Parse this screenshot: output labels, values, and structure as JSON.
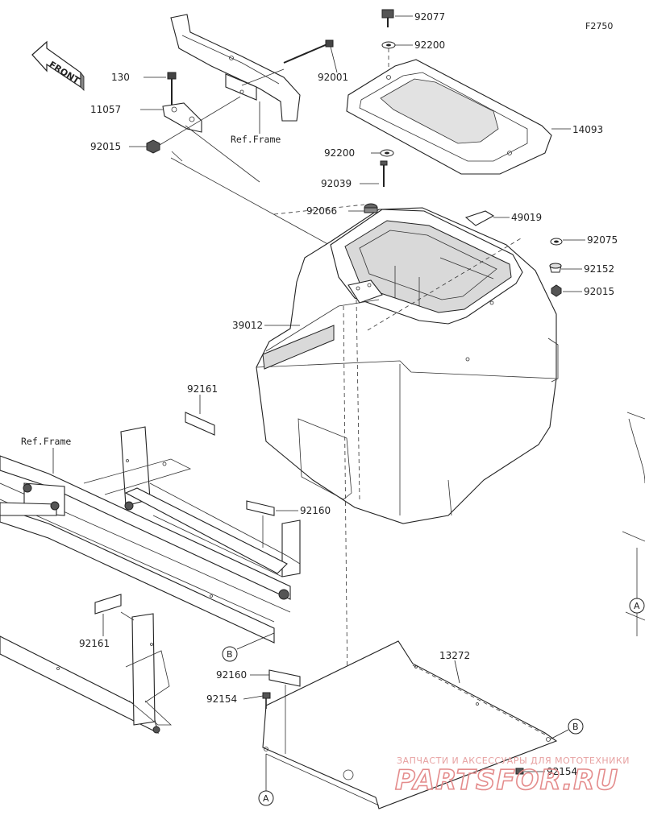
{
  "figure_code": "F2750",
  "front_label": "FRONT",
  "ref_frame_label": "Ref.Frame",
  "parts": [
    {
      "id": "p92077",
      "number": "92077"
    },
    {
      "id": "p92200a",
      "number": "92200"
    },
    {
      "id": "p92001",
      "number": "92001"
    },
    {
      "id": "p130",
      "number": "130"
    },
    {
      "id": "p11057",
      "number": "11057"
    },
    {
      "id": "p92015a",
      "number": "92015"
    },
    {
      "id": "p14093",
      "number": "14093"
    },
    {
      "id": "p92200b",
      "number": "92200"
    },
    {
      "id": "p92039",
      "number": "92039"
    },
    {
      "id": "p92066",
      "number": "92066"
    },
    {
      "id": "p49019",
      "number": "49019"
    },
    {
      "id": "p92075",
      "number": "92075"
    },
    {
      "id": "p92152",
      "number": "92152"
    },
    {
      "id": "p92015b",
      "number": "92015"
    },
    {
      "id": "p39012",
      "number": "39012"
    },
    {
      "id": "p92161a",
      "number": "92161"
    },
    {
      "id": "p92160a",
      "number": "92160"
    },
    {
      "id": "p92161b",
      "number": "92161"
    },
    {
      "id": "p13272",
      "number": "13272"
    },
    {
      "id": "p92160b",
      "number": "92160"
    },
    {
      "id": "p92154a",
      "number": "92154"
    },
    {
      "id": "p92154b",
      "number": "92154"
    }
  ],
  "markers": {
    "a": "A",
    "b": "B"
  },
  "watermark": {
    "tagline": "ЗАПЧАСТИ И АКСЕССУАРЫ ДЛЯ МОТОТЕХНИКИ",
    "brand": "PARTSFOR.RU"
  }
}
